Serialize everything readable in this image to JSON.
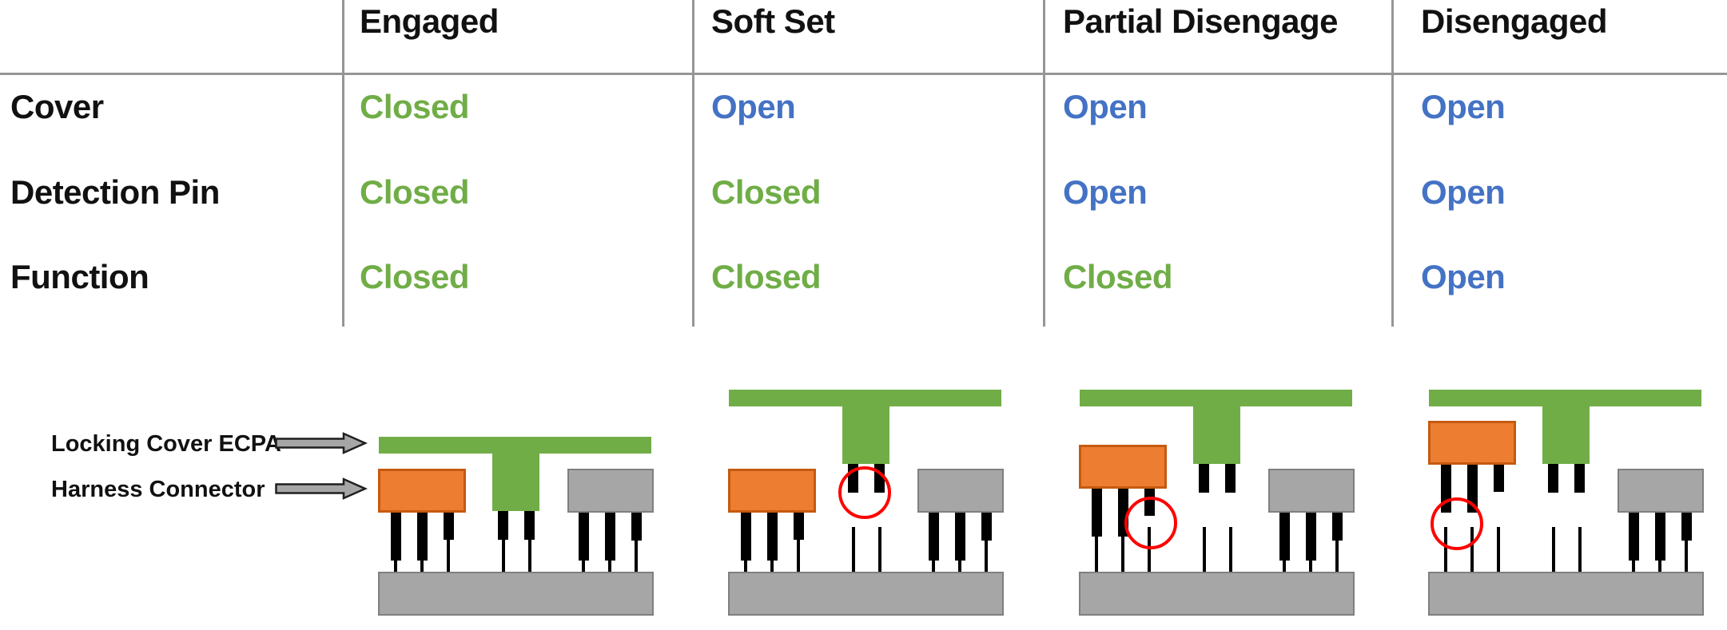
{
  "palette": {
    "closed_green": "#70AD47",
    "open_blue": "#4472C4",
    "cover_green": "#70AD47",
    "connector_orange": "#ED7D31",
    "connector_orange_border": "#C55A11",
    "gray_fill": "#A6A6A6",
    "gray_border": "#7F7F7F",
    "highlight_red": "#FF0000",
    "pin_black": "#000000",
    "line_gray": "#969696"
  },
  "table": {
    "columns": [
      "Engaged",
      "Soft Set",
      "Partial Disengage",
      "Disengaged"
    ],
    "rows": [
      {
        "label": "Cover",
        "values": [
          "Closed",
          "Open",
          "Open",
          "Open"
        ]
      },
      {
        "label": "Detection Pin",
        "values": [
          "Closed",
          "Closed",
          "Open",
          "Open"
        ]
      },
      {
        "label": "Function",
        "values": [
          "Closed",
          "Closed",
          "Closed",
          "Open"
        ]
      }
    ]
  },
  "annotations": {
    "cover_label": "Locking Cover ECPA",
    "connector_label": "Harness Connector"
  },
  "diagrams": [
    {
      "state": "Engaged",
      "cover_position": "closed",
      "connector_position": "seated",
      "highlight": "none"
    },
    {
      "state": "Soft Set",
      "cover_position": "open",
      "connector_position": "seated",
      "highlight": "detection-pins"
    },
    {
      "state": "Partial Disengage",
      "cover_position": "open",
      "connector_position": "partially-raised",
      "highlight": "function-pin"
    },
    {
      "state": "Disengaged",
      "cover_position": "open",
      "connector_position": "fully-raised",
      "highlight": "harness-pins"
    }
  ]
}
